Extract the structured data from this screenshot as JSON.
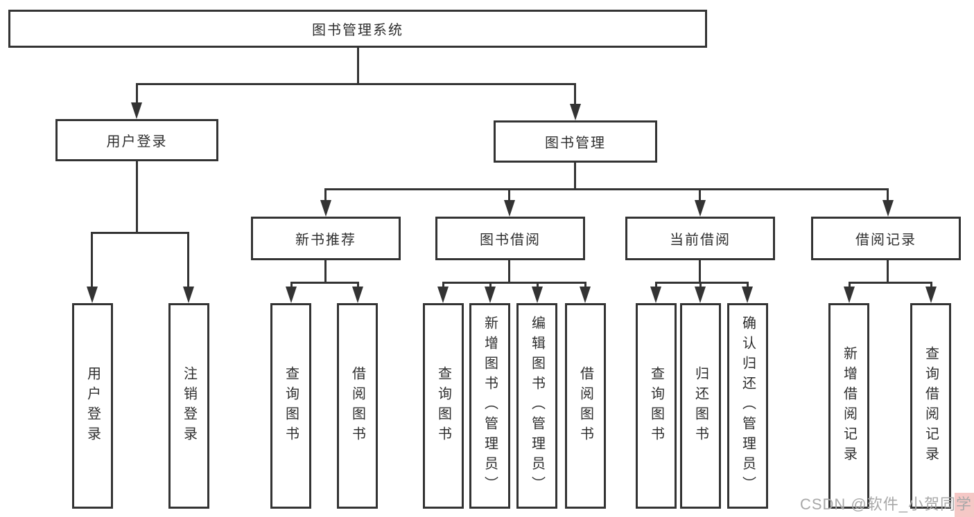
{
  "diagram": {
    "root": {
      "label": "图书管理系统"
    },
    "children": [
      {
        "label": "用户登录",
        "children": [
          {
            "label": "用户登录"
          },
          {
            "label": "注销登录"
          }
        ]
      },
      {
        "label": "图书管理",
        "children": [
          {
            "label": "新书推荐",
            "children": [
              {
                "label": "查询图书"
              },
              {
                "label": "借阅图书"
              }
            ]
          },
          {
            "label": "图书借阅",
            "children": [
              {
                "label": "查询图书"
              },
              {
                "label": "新增图书（管理员）"
              },
              {
                "label": "编辑图书（管理员）"
              },
              {
                "label": "借阅图书"
              }
            ]
          },
          {
            "label": "当前借阅",
            "children": [
              {
                "label": "查询图书"
              },
              {
                "label": "归还图书"
              },
              {
                "label": "确认归还（管理员）"
              }
            ]
          },
          {
            "label": "借阅记录",
            "children": [
              {
                "label": "新增借阅记录"
              },
              {
                "label": "查询借阅记录"
              }
            ]
          }
        ]
      }
    ]
  },
  "watermark": {
    "text": "CSDN @软件_小贺同学"
  },
  "colors": {
    "line": "#333333",
    "box_border": "#333333",
    "text": "#2e2e2e",
    "background": "#ffffff",
    "watermark_text": "#a8a8a8",
    "watermark_highlight": "#f5c8c6"
  }
}
